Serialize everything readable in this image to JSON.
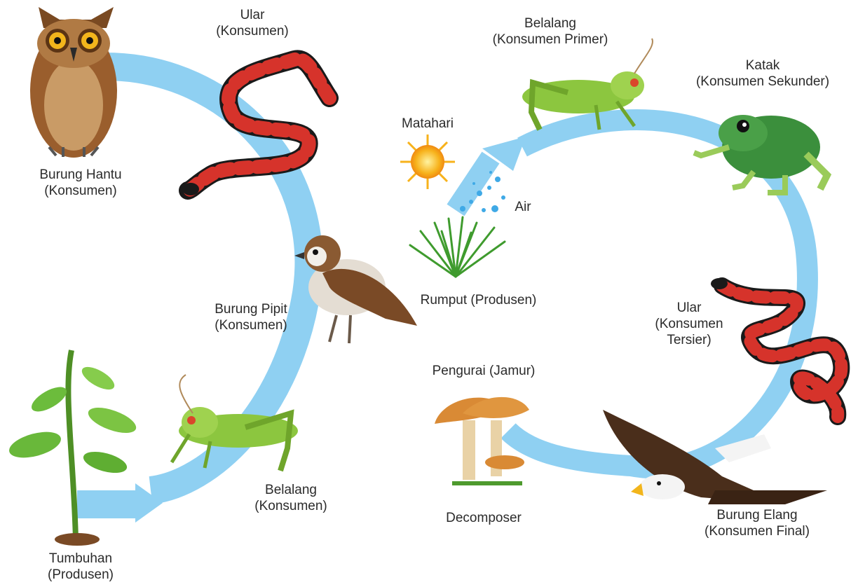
{
  "labels": {
    "owl": {
      "name": "Burung Hantu",
      "role": "(Konsumen)"
    },
    "snake_left": {
      "name": "Ular",
      "role": "(Konsumen)"
    },
    "sparrow": {
      "name": "Burung Pipit",
      "role": "(Konsumen)"
    },
    "grasshopper_left": {
      "name": "Belalang",
      "role": "(Konsumen)"
    },
    "plant": {
      "name": "Tumbuhan",
      "role": "(Produsen)"
    },
    "sun": "Matahari",
    "water": "Air",
    "grass": "Rumput (Produsen)",
    "grasshopper_right": {
      "name": "Belalang",
      "role": "(Konsumen Primer)"
    },
    "frog": {
      "name": "Katak",
      "role": "(Konsumen Sekunder)"
    },
    "snake_right": {
      "line1": "Ular",
      "line2": "(Konsumen",
      "line3": "Tersier)"
    },
    "eagle": {
      "name": "Burung Elang",
      "role": "(Konsumen Final)"
    },
    "decomposer_title": "Pengurai (Jamur)",
    "decomposer": "Decomposer"
  },
  "colors": {
    "arrow": "#8fd0f2",
    "grasshopper": "#8cc63f",
    "snake_red": "#d6332b",
    "snake_black": "#1a1a1a",
    "frog": "#3b8f3c",
    "eagle": "#4a2e1b",
    "owl": "#9a5e2d",
    "sun": "#f7b21b",
    "grass": "#3f9b2e",
    "mushroom": "#d98a35"
  }
}
